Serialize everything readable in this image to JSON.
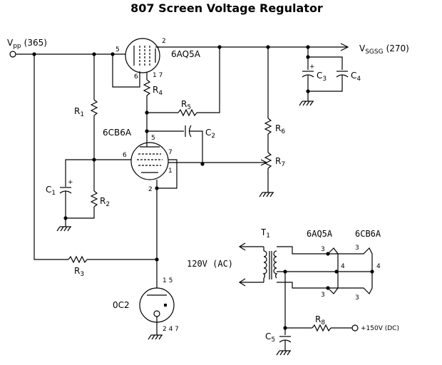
{
  "title": "807 Screen Voltage Regulator",
  "rails": {
    "vpp_main": "V",
    "vpp_sub": "pp",
    "vpp_value": "(365)",
    "vsgsg_main": "V",
    "vsgsg_sub": "SGSG",
    "vsgsg_value": "(270)"
  },
  "tubes": {
    "pass_tube": "6AQ5A",
    "control_tube": "6CB6A",
    "reference_tube": "0C2"
  },
  "pins": {
    "aq5_plate": "2",
    "aq5_grid": "5",
    "aq5_screen": "6",
    "aq5_cathode": "1 7",
    "cb6_plate": "5",
    "cb6_g1": "6",
    "cb6_g2": "7",
    "cb6_k": "1",
    "cb6_h": "2",
    "oc2_top": "1 5",
    "oc2_bottom": "2 4 7"
  },
  "components": {
    "r1": "R",
    "r1_n": "1",
    "r2": "R",
    "r2_n": "2",
    "r3": "R",
    "r3_n": "3",
    "r4": "R",
    "r4_n": "4",
    "r5": "R",
    "r5_n": "5",
    "r6": "R",
    "r6_n": "6",
    "r7": "R",
    "r7_n": "7",
    "r8": "R",
    "r8_n": "8",
    "c1": "C",
    "c1_n": "1",
    "c2": "C",
    "c2_n": "2",
    "c3": "C",
    "c3_n": "3",
    "c4": "C",
    "c4_n": "4",
    "c5": "C",
    "c5_n": "5",
    "t1": "T",
    "t1_n": "1",
    "plus": "+"
  },
  "heater": {
    "ac_label": "120V (AC)",
    "dc_label": "+150V (DC)",
    "col_aq5": "6AQ5A",
    "col_cb6": "6CB6A",
    "pin3": "3",
    "pin4": "4"
  }
}
